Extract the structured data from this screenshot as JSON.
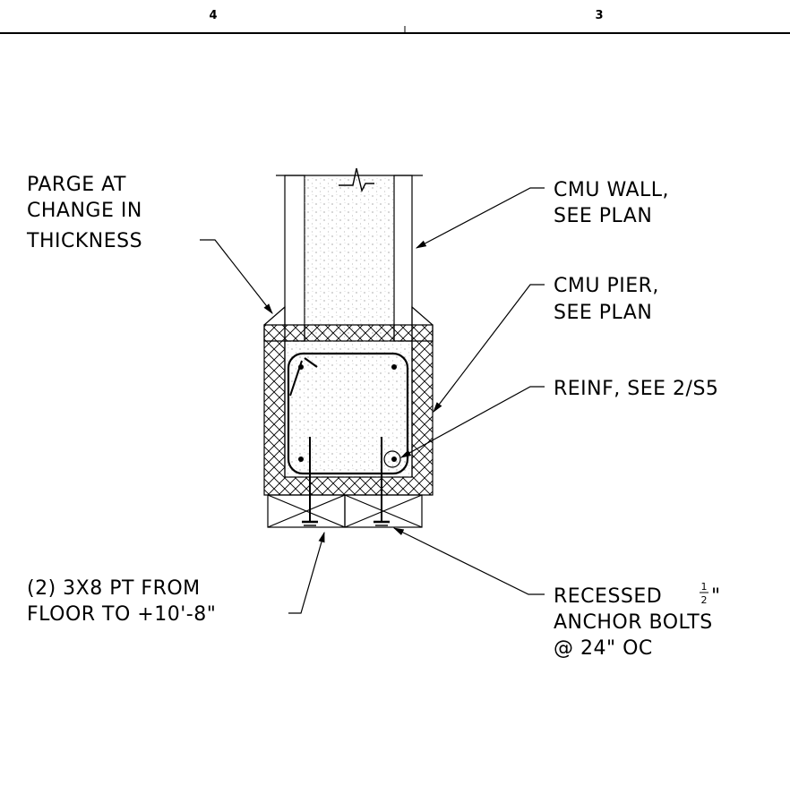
{
  "header": {
    "left_number": "4",
    "right_number": "3"
  },
  "labels": {
    "parge": [
      "PARGE AT",
      "CHANGE IN",
      "THICKNESS"
    ],
    "cmu_wall": [
      "CMU WALL,",
      "SEE PLAN"
    ],
    "cmu_pier": [
      "CMU PIER,",
      "SEE PLAN"
    ],
    "reinf": [
      "REINF, SEE 2/S5"
    ],
    "pt": [
      "(2) 3X8 PT FROM",
      "FLOOR TO +10'-8\""
    ],
    "anchor": {
      "line1_prefix": "RECESSED",
      "fraction_num": "1",
      "fraction_den": "2",
      "line1_suffix": "\"",
      "line2": "ANCHOR BOLTS",
      "line3": "@ 24\" OC"
    }
  }
}
